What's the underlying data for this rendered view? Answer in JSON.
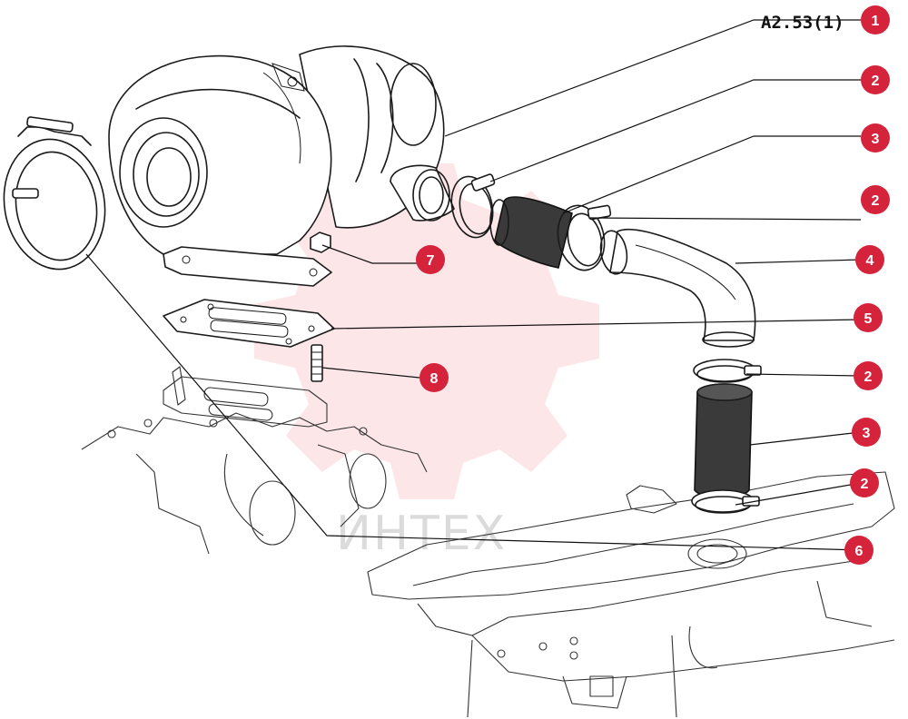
{
  "figure_ref": "A2.53(1)",
  "watermark_text": "ИНТЕХ",
  "accent_color": "#d6233c",
  "callouts": [
    {
      "id": "c1",
      "label": "1"
    },
    {
      "id": "c2a",
      "label": "2"
    },
    {
      "id": "c3a",
      "label": "3"
    },
    {
      "id": "c2b",
      "label": "2"
    },
    {
      "id": "c4",
      "label": "4"
    },
    {
      "id": "c5",
      "label": "5"
    },
    {
      "id": "c2c",
      "label": "2"
    },
    {
      "id": "c3b",
      "label": "3"
    },
    {
      "id": "c2d",
      "label": "2"
    },
    {
      "id": "c6",
      "label": "6"
    },
    {
      "id": "c7",
      "label": "7"
    },
    {
      "id": "c8",
      "label": "8"
    }
  ]
}
